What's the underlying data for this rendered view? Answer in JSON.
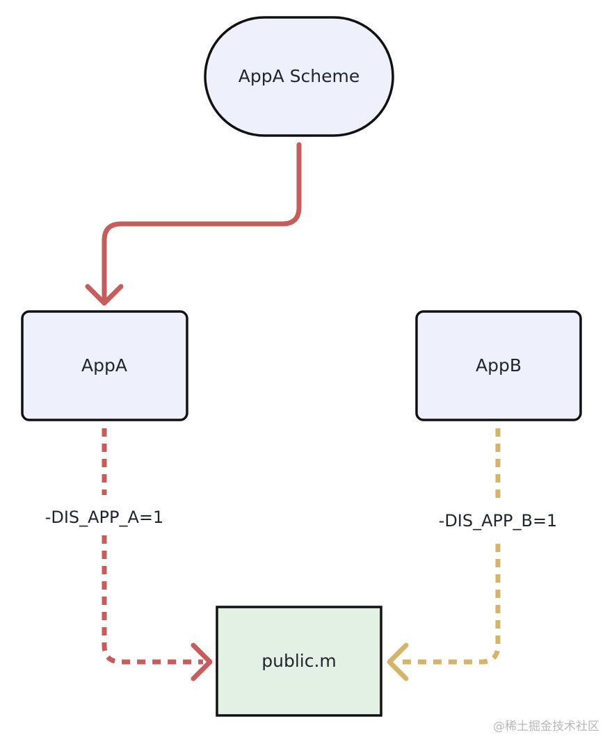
{
  "diagram": {
    "nodes": {
      "scheme": {
        "label": "AppA Scheme",
        "shape": "stadium",
        "fill": "#eef1fb",
        "stroke": "#111111"
      },
      "app_a": {
        "label": "AppA",
        "shape": "rounded-rect",
        "fill": "#eef1fb",
        "stroke": "#111111"
      },
      "app_b": {
        "label": "AppB",
        "shape": "rounded-rect",
        "fill": "#eef1fb",
        "stroke": "#111111"
      },
      "public_m": {
        "label": "public.m",
        "shape": "rect",
        "fill": "#e2f1e3",
        "stroke": "#111111"
      }
    },
    "edges": {
      "scheme_to_app_a": {
        "from": "AppA Scheme",
        "to": "AppA",
        "style": "solid",
        "color": "#c65c5c"
      },
      "app_a_to_public": {
        "from": "AppA",
        "to": "public.m",
        "label": "-DIS_APP_A=1",
        "style": "dashed",
        "color": "#c65c5c"
      },
      "app_b_to_public": {
        "from": "AppB",
        "to": "public.m",
        "label": "-DIS_APP_B=1",
        "style": "dashed",
        "color": "#d4b46a"
      }
    }
  },
  "watermark": "@稀土掘金技术社区"
}
